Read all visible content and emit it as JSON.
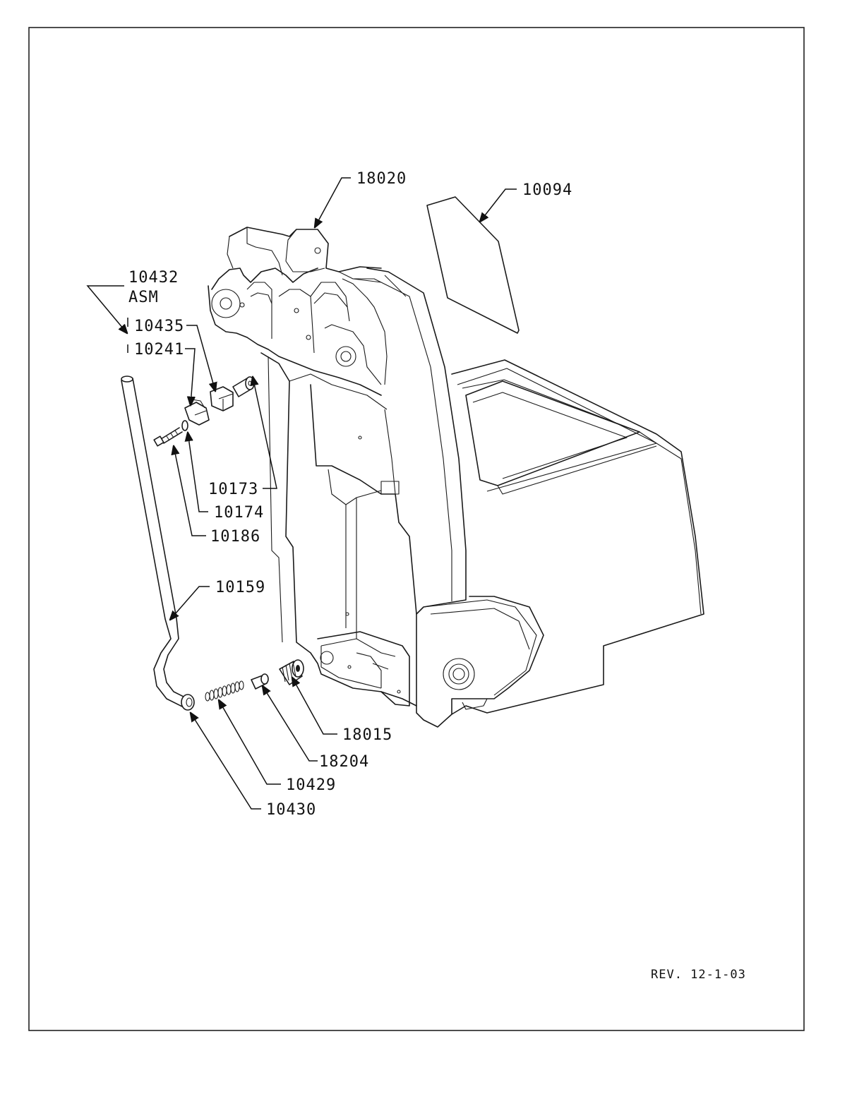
{
  "callouts": {
    "p18020": "18020",
    "p10094": "10094",
    "p10432": "10432",
    "p10432_sub": "ASM",
    "p10435": "10435",
    "p10241": "10241",
    "p10173": "10173",
    "p10174": "10174",
    "p10186": "10186",
    "p10159": "10159",
    "p18015": "18015",
    "p18204": "18204",
    "p10429": "10429",
    "p10430": "10430"
  },
  "revision": "REV. 12-1-03"
}
